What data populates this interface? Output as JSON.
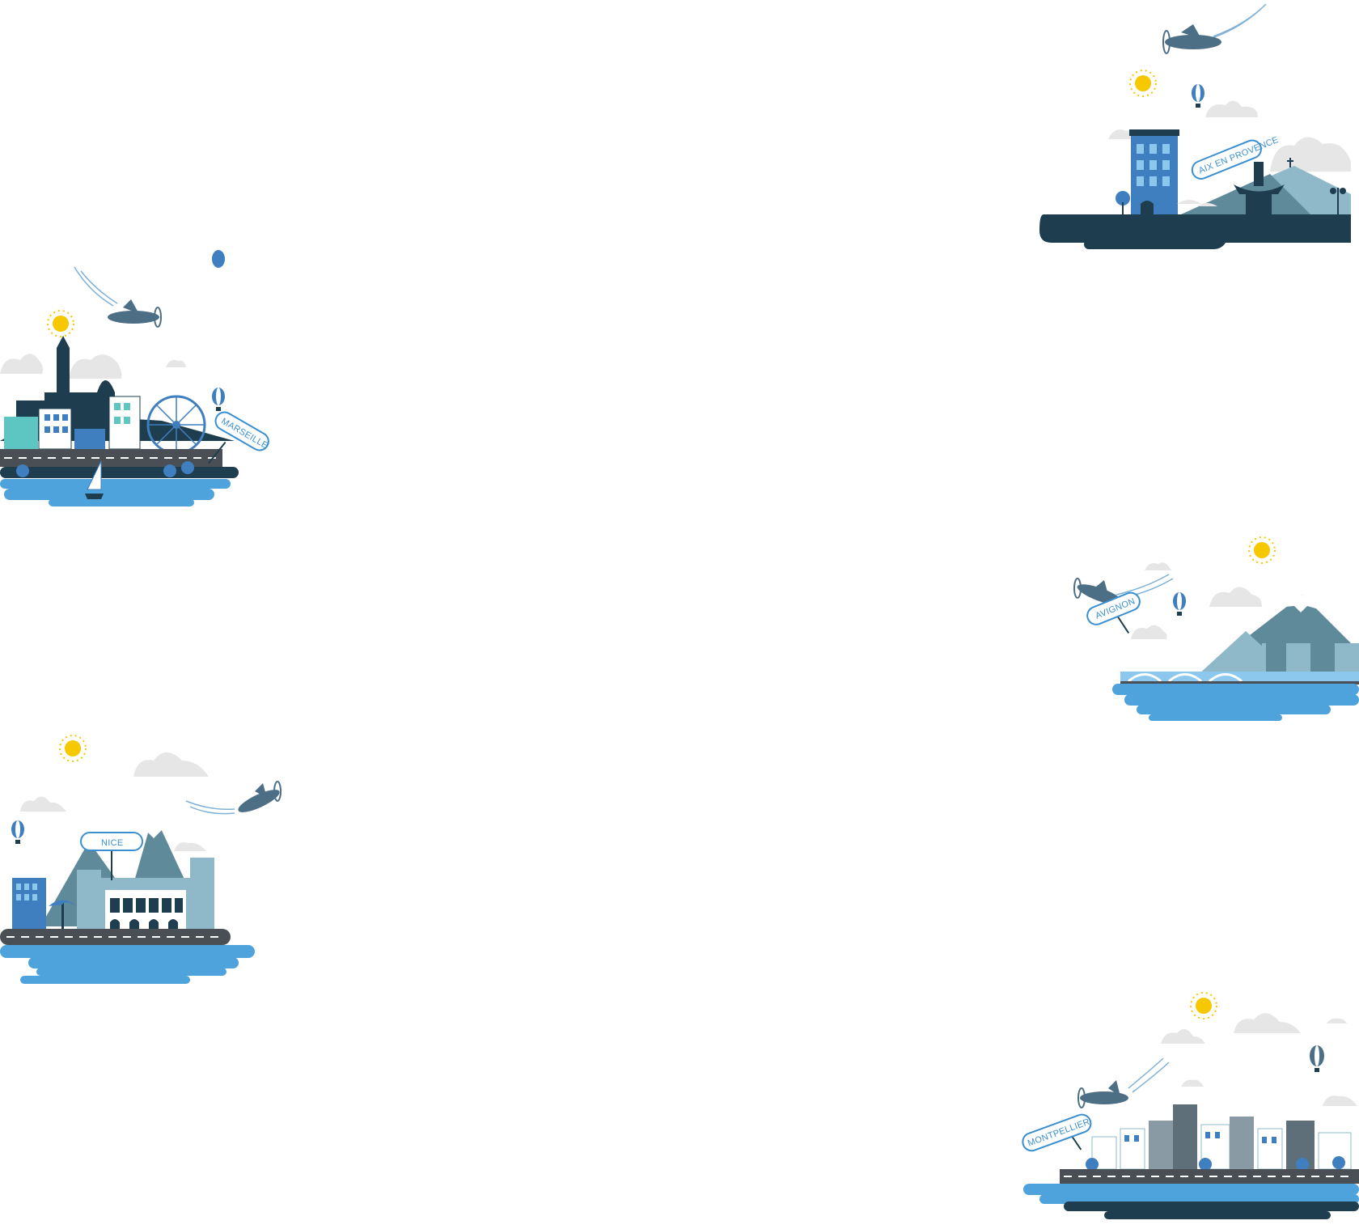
{
  "colors": {
    "dark": "#1e3d4f",
    "road": "#4a4f55",
    "water": "#4fa3dc",
    "water_light": "#8cc8ee",
    "building_blue": "#3f7fbf",
    "building_teal": "#5ec6c2",
    "mountain": "#5f8a9a",
    "mountain_light": "#8fb8c8",
    "sun": "#f5c800",
    "cloud": "#e6e6e6",
    "plane": "#4d6f86",
    "sign_border": "#3a8fd0"
  },
  "cities": [
    {
      "id": "aix",
      "label": "AIX EN PROVENCE",
      "sun": "sun-icon",
      "plane": "airplane-icon",
      "balloon": "hot-air-balloon-icon"
    },
    {
      "id": "marseille",
      "label": "MARSEILLE",
      "sun": "sun-icon",
      "plane": "airplane-icon",
      "balloon": "hot-air-balloon-icon"
    },
    {
      "id": "avignon",
      "label": "AVIGNON",
      "sun": "sun-icon",
      "plane": "airplane-icon",
      "balloon": "hot-air-balloon-icon"
    },
    {
      "id": "nice",
      "label": "NICE",
      "sun": "sun-icon",
      "plane": "airplane-icon",
      "balloon": "hot-air-balloon-icon"
    },
    {
      "id": "montpellier",
      "label": "MONTPELLIER",
      "sun": "sun-icon",
      "plane": "airplane-icon",
      "balloon": "hot-air-balloon-icon"
    }
  ]
}
